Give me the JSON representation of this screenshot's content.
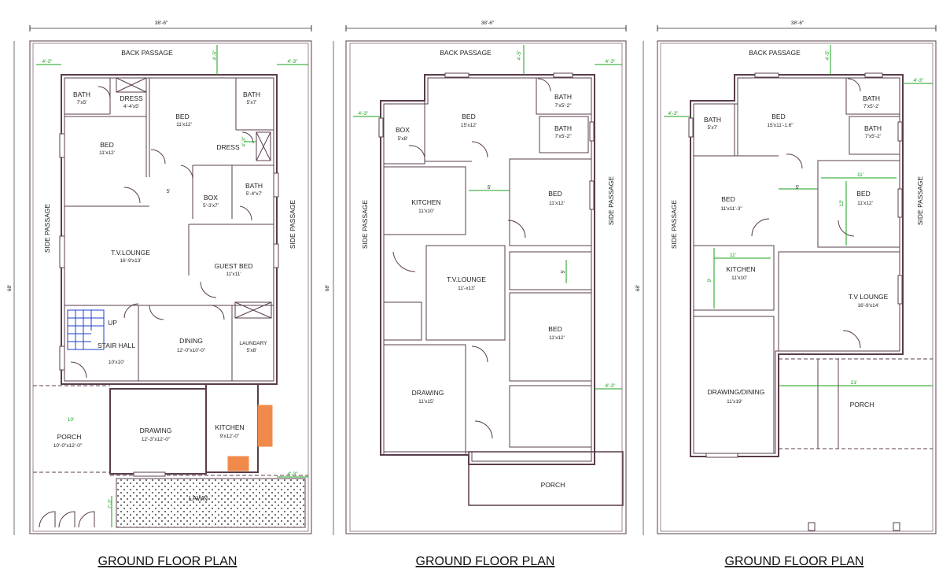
{
  "plans": [
    {
      "title": "GROUND FLOOR PLAN",
      "overall_width": "38'-6\"",
      "overall_depth": "68'",
      "rooms": [
        {
          "name": "BACK PASSAGE",
          "size": ""
        },
        {
          "name": "BATH",
          "size": "7'x5'"
        },
        {
          "name": "DRESS",
          "size": "4'-4'x5'"
        },
        {
          "name": "BED",
          "size": "11'x12'"
        },
        {
          "name": "BATH",
          "size": "5'x7'"
        },
        {
          "name": "DRESS",
          "size": ""
        },
        {
          "name": "BED",
          "size": "11'x12'"
        },
        {
          "name": "BOX",
          "size": "5'-3'x7'"
        },
        {
          "name": "BATH",
          "size": "5'-4\"x7'"
        },
        {
          "name": "SIDE PASSAGE",
          "size": ""
        },
        {
          "name": "SIDE PASSAGE",
          "size": ""
        },
        {
          "name": "T.V.LOUNGE",
          "size": "16'-9'x13'"
        },
        {
          "name": "GUEST BED",
          "size": "11'x11'"
        },
        {
          "name": "STAIR HALL",
          "size": "10'x10'"
        },
        {
          "name": "DINING",
          "size": "12'-0\"x10'-0\""
        },
        {
          "name": "LAUNDARY",
          "size": "5'x8'"
        },
        {
          "name": "PORCH",
          "size": "10'-0\"x12'-0\""
        },
        {
          "name": "DRAWING",
          "size": "12'-3\"x12'-0\""
        },
        {
          "name": "KITCHEN",
          "size": "9'x12'-0\""
        },
        {
          "name": "LAWN",
          "size": ""
        }
      ],
      "annotations": [
        "4'-3\"",
        "4'-5\"",
        "4'-3\"",
        "5'",
        "UP",
        "10'",
        "4'-3\"",
        "7'-3\"",
        "4'-3\""
      ]
    },
    {
      "title": "GROUND FLOOR PLAN",
      "overall_width": "38'-6\"",
      "overall_depth": "68'",
      "rooms": [
        {
          "name": "BACK PASSAGE",
          "size": ""
        },
        {
          "name": "BATH",
          "size": "7'x5'-2\""
        },
        {
          "name": "BED",
          "size": "15'x12'"
        },
        {
          "name": "BOX",
          "size": "5'x8'"
        },
        {
          "name": "BATH",
          "size": "7'x5'-2\""
        },
        {
          "name": "KITCHEN",
          "size": "11'x10'"
        },
        {
          "name": "BED",
          "size": "11'x12'"
        },
        {
          "name": "SIDE PASSAGE",
          "size": ""
        },
        {
          "name": "SIDE PASSAGE",
          "size": ""
        },
        {
          "name": "T.V.LOUNGE",
          "size": "11'-x13'"
        },
        {
          "name": "BED",
          "size": "11'x12'"
        },
        {
          "name": "DRAWING",
          "size": "11'x15'"
        },
        {
          "name": "PORCH",
          "size": ""
        }
      ],
      "annotations": [
        "4'-5\"",
        "4'-3\"",
        "4'-3\"",
        "5'",
        "5'",
        "4'-3\""
      ]
    },
    {
      "title": "GROUND FLOOR PLAN",
      "overall_width": "38'-6\"",
      "overall_depth": "68'",
      "rooms": [
        {
          "name": "BACK PASSAGE",
          "size": ""
        },
        {
          "name": "BED",
          "size": "15'x11'-1.6\""
        },
        {
          "name": "BATH",
          "size": "7'x5'-2'"
        },
        {
          "name": "BATH",
          "size": "5'x7'"
        },
        {
          "name": "BATH",
          "size": "7'x5'-2'"
        },
        {
          "name": "BED",
          "size": "11'x11'-3\""
        },
        {
          "name": "BED",
          "size": "11'x12'"
        },
        {
          "name": "SIDE PASSAGE",
          "size": ""
        },
        {
          "name": "SIDE PASSAGE",
          "size": ""
        },
        {
          "name": "KITCHEN",
          "size": "11'x10'"
        },
        {
          "name": "T.V LOUNGE",
          "size": "16'-9'x14'"
        },
        {
          "name": "DRAWING/DINING",
          "size": "11'x19'"
        },
        {
          "name": "PORCH",
          "size": ""
        }
      ],
      "annotations": [
        "4'-5\"",
        "4'-3\"",
        "4'-3\"",
        "5'",
        "11'",
        "12'",
        "11'",
        "9'",
        "21'"
      ]
    }
  ],
  "colors": {
    "wall": "#5a3c4c",
    "line": "#333333",
    "dimension_green": "#1aa11a",
    "stair_blue": "#1f3fd0",
    "kitchen_orange": "#f08a4b"
  }
}
